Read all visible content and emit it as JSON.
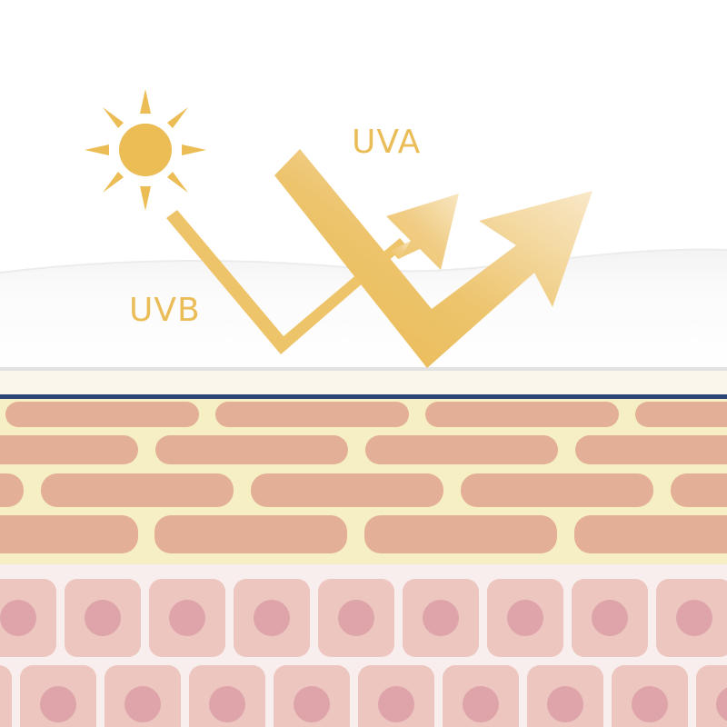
{
  "diagram": {
    "title_labels": {
      "uva": "UVA",
      "uvb": "UVB"
    },
    "elements": {
      "sun": {
        "icon": "sun-icon",
        "color": "#ecbc55"
      },
      "uva_ray": {
        "description": "thick arrow penetrating sunscreen layer and reflecting upward",
        "color": "#eab952"
      },
      "uvb_ray": {
        "description": "thin arrow reflected off sunscreen layer upward",
        "color": "#efc670"
      },
      "sunscreen_layer": {
        "color": "#f7f7f7"
      },
      "stratum_corneum": {
        "color": "#faf6ec"
      },
      "basal_line": {
        "color": "#2a4576"
      },
      "epidermis": {
        "background": "#f6efc4",
        "brick_color": "#e3af96"
      },
      "dermis": {
        "background": "#f9eeee",
        "cell_color": "#ecc6bf",
        "nucleus_color": "#dea4aa"
      }
    },
    "colors": {
      "accent_gold": "#ebbd59",
      "label_gold": "#ebbd59"
    }
  }
}
